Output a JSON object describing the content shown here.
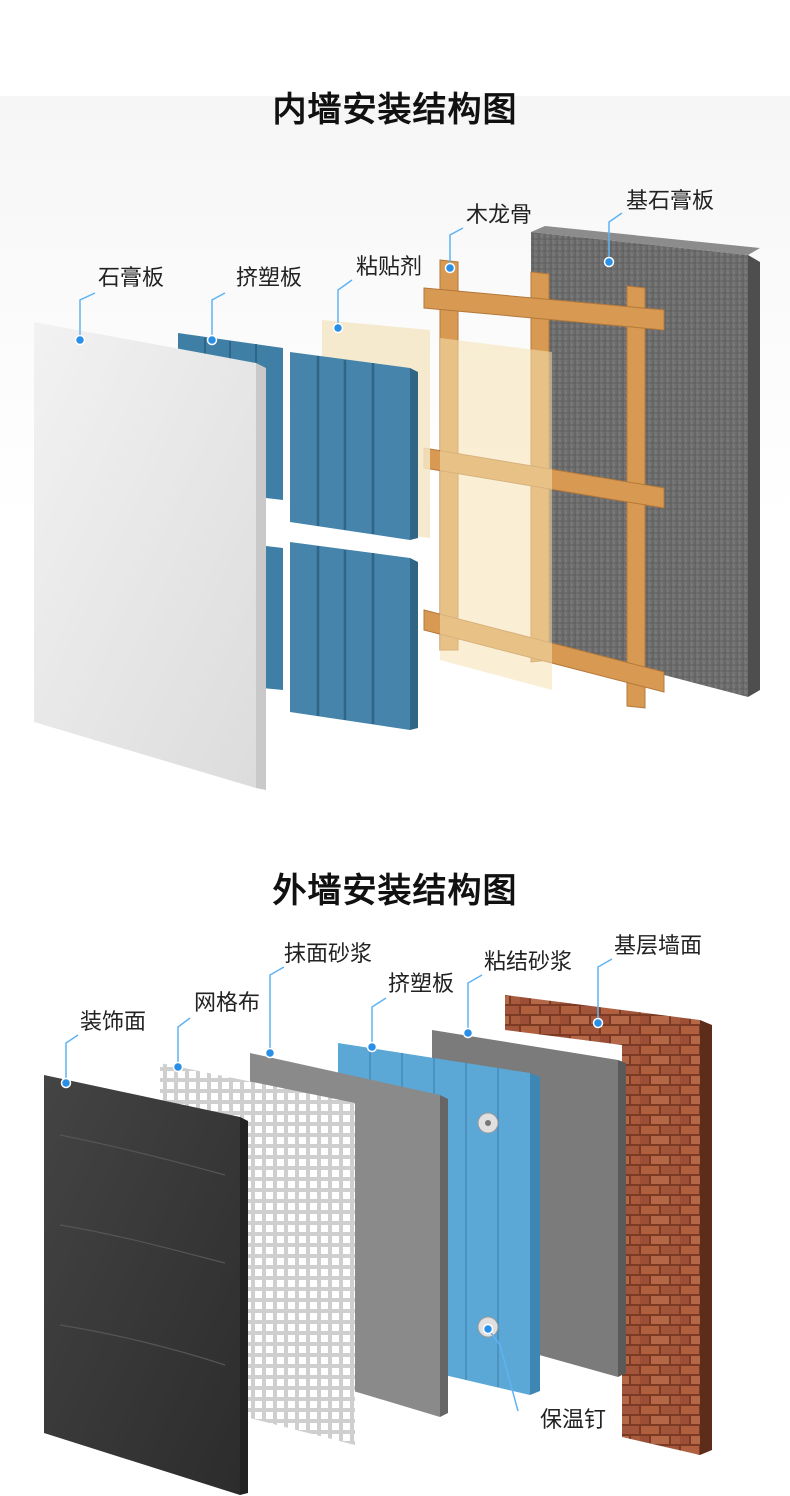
{
  "inner": {
    "title": "内墙安装结构图",
    "labels": {
      "gypsum_board": "石膏板",
      "xps_board": "挤塑板",
      "adhesive": "粘贴剂",
      "wood_keel": "木龙骨",
      "base_gypsum_board": "基石膏板"
    }
  },
  "outer": {
    "title": "外墙安装结构图",
    "labels": {
      "decorative_face": "装饰面",
      "mesh_cloth": "网格布",
      "plaster_mortar": "抹面砂浆",
      "xps_board": "挤塑板",
      "bonding_mortar": "粘结砂浆",
      "base_wall": "基层墙面",
      "insulation_nail": "保温钉"
    }
  },
  "colors": {
    "leader_line": "#5fb3f2",
    "leader_dot": "#2a8fe6",
    "xps_blue_inner": "#3f7fa6",
    "xps_blue_outer": "#5ba8d6",
    "wood": "#d99a4e",
    "concrete": "#6e6e6e",
    "brick": "#a8573a",
    "wood_panel": "#3a3a3a"
  }
}
